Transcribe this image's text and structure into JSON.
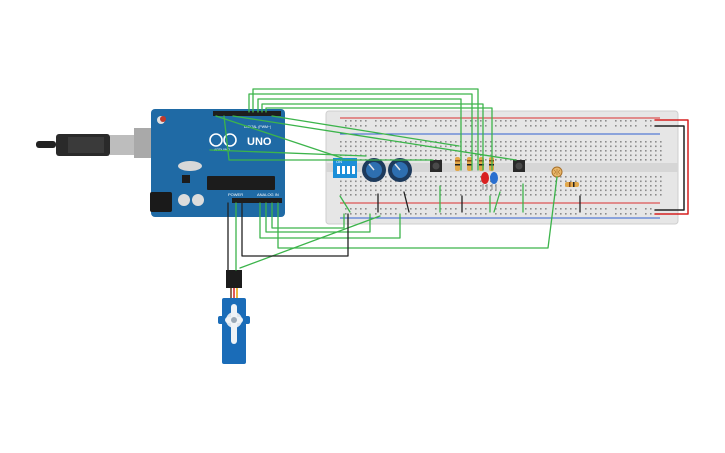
{
  "arduino": {
    "brand_label": "UNO",
    "logo_text": "ARDUINO",
    "digital_label": "DIGITAL (PWM~)",
    "power_label": "POWER",
    "analog_label": "ANALOG IN",
    "board_color": "#1f6aa5"
  },
  "dip_switch": {
    "label": "ON",
    "color": "#1c8fd8"
  },
  "wire_colors": {
    "signal": "#3cb44b",
    "power": "#d62020",
    "ground": "#222222"
  },
  "led_colors": [
    "#d92020",
    "#2a6fcf"
  ]
}
